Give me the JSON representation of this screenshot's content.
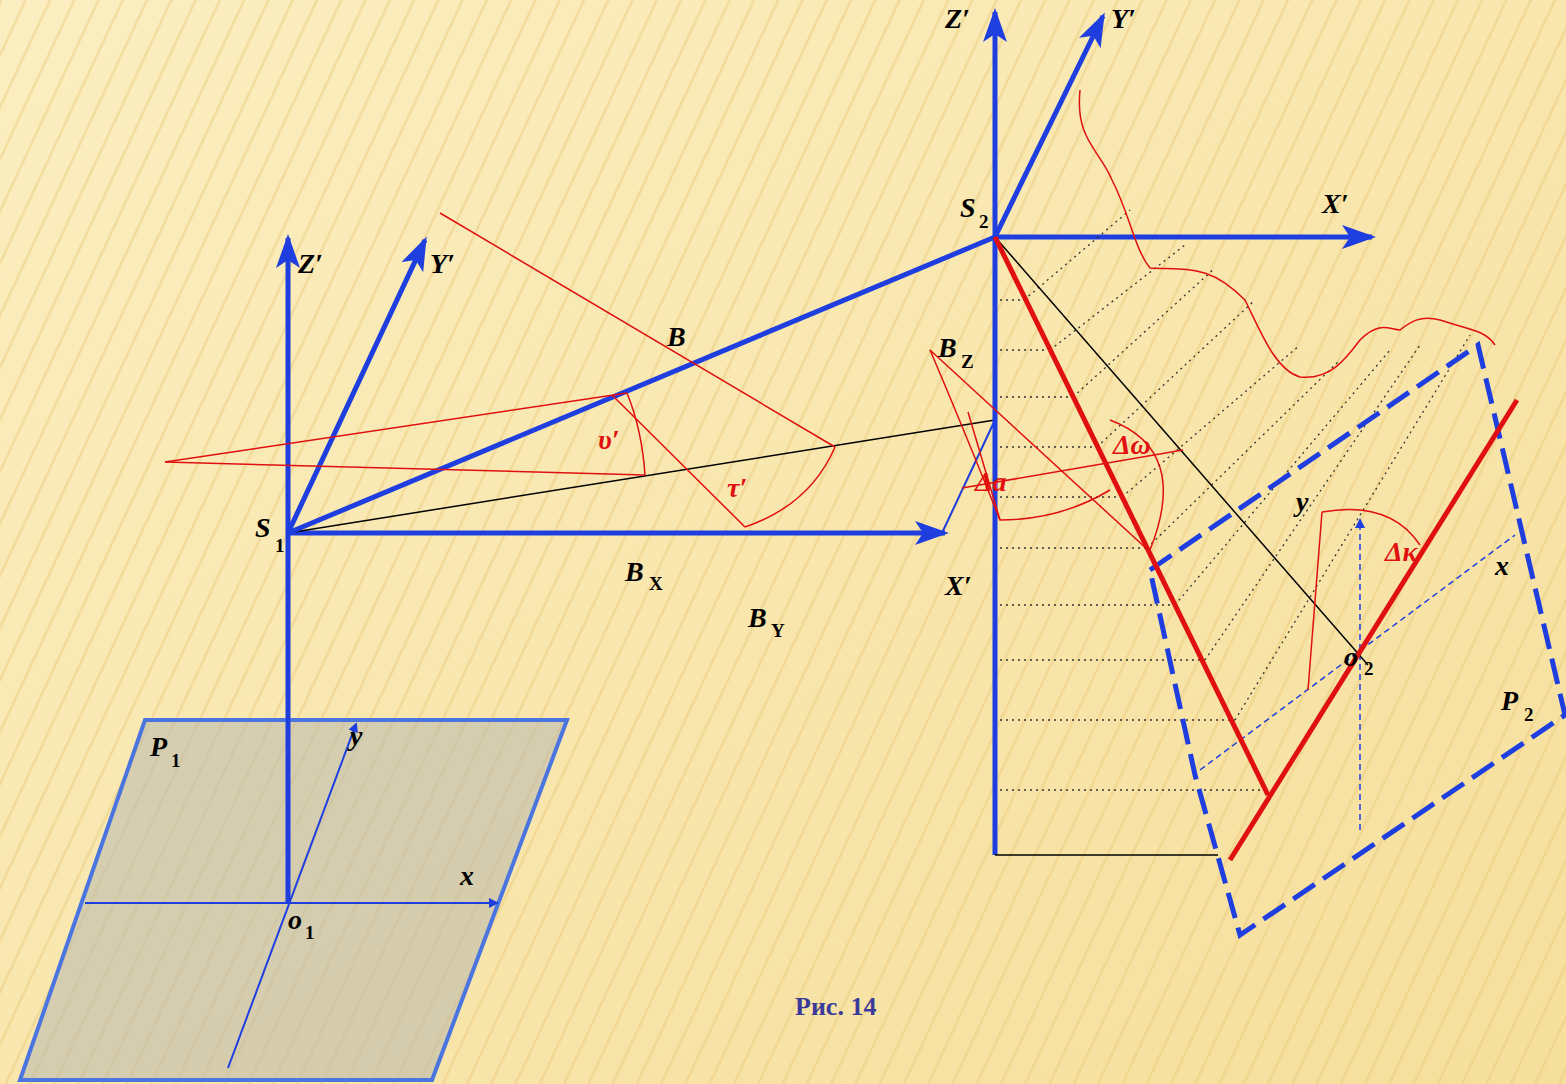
{
  "diagram": {
    "caption": "Рис. 14",
    "labels": [
      "Z′",
      "Y′",
      "B",
      "υ′",
      "τ′",
      "S",
      "1",
      "B",
      "X",
      "B",
      "Y",
      "Z′",
      "Y′",
      "S",
      "2",
      "X′",
      "B",
      "Z",
      "Δω",
      "Δa",
      "X′",
      "y",
      "Δκ",
      "x",
      "o",
      "2",
      "P",
      "2",
      "P",
      "1",
      "y",
      "x",
      "o",
      "1"
    ]
  }
}
